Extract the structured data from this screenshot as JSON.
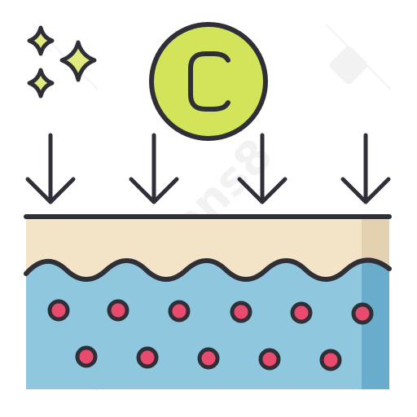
{
  "icon": {
    "vitamin_letter": "C",
    "watermark_text": "icons8",
    "colors": {
      "outline": "#2f2f38",
      "vitamin_fill": "#d4e45a",
      "skin_top": "#f3e3c7",
      "skin_top_shade": "#e3d1b0",
      "skin_deep": "#8ec7de",
      "skin_deep_shade": "#6aaccb",
      "dots": "#e84b6e",
      "sparkles": "#e2ec7e"
    },
    "parts": [
      "sparkles-icon",
      "vitamin-c-badge",
      "arrow-down-icon",
      "skin-layer-top",
      "skin-layer-deep",
      "cell-dots"
    ]
  }
}
